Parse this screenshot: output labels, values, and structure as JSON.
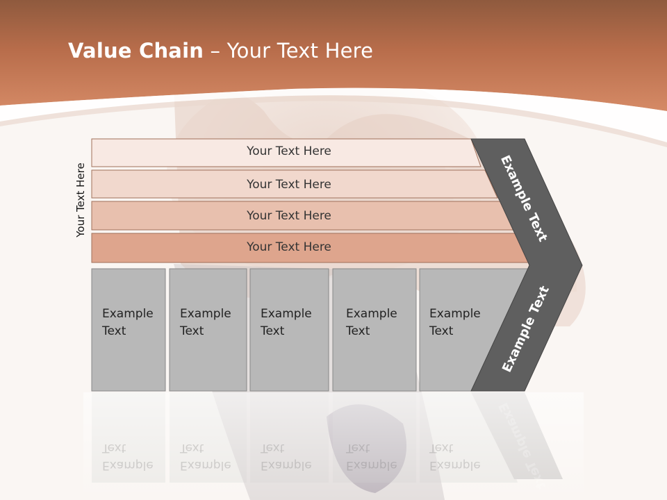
{
  "slide": {
    "title_bold": "Value Chain",
    "title_rest": " – Your Text Here",
    "side_label": "Your Text Here",
    "rows": [
      {
        "label": "Your Text Here"
      },
      {
        "label": "Your Text Here"
      },
      {
        "label": "Your Text Here"
      },
      {
        "label": "Your Text Here"
      }
    ],
    "cells": [
      {
        "line1": "Example",
        "line2": "Text"
      },
      {
        "line1": "Example",
        "line2": "Text"
      },
      {
        "line1": "Example",
        "line2": "Text"
      },
      {
        "line1": "Example",
        "line2": "Text"
      },
      {
        "line1": "Example",
        "line2": "Text"
      }
    ],
    "chevron_top": "Example Text",
    "chevron_bottom": "Example Text"
  },
  "colors": {
    "header": "#c97c59",
    "row1": "#f8e9e3",
    "row2": "#f1d8cd",
    "row3": "#e8c0ae",
    "row4": "#dea58d",
    "cell": "#b8b8b8",
    "chevron": "#5f5f5f"
  }
}
